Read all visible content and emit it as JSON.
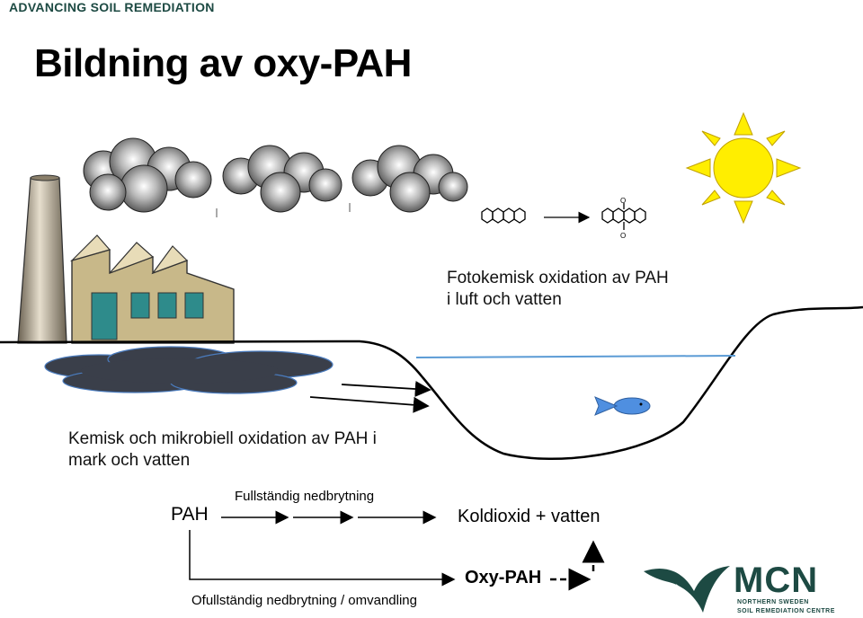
{
  "header": {
    "brand": "ADVANCING SOIL REMEDIATION"
  },
  "title": "Bildning av oxy-PAH",
  "labels": {
    "photochemical": [
      "Fotokemisk oxidation av PAH",
      "i luft och vatten"
    ],
    "chemical": [
      "Kemisk och mikrobiell oxidation av PAH i",
      "mark och vatten"
    ],
    "pah": "PAH",
    "complete": "Fullständig nedbrytning",
    "co2_water": "Koldioxid + vatten",
    "oxy_pah": "Oxy-PAH",
    "incomplete": "Ofullständig nedbrytning / omvandling"
  },
  "logo": {
    "name": "MCN",
    "subtitle_1": "NORTHERN SWEDEN",
    "subtitle_2": "SOIL REMEDIATION CENTRE"
  },
  "colors": {
    "brand_green": "#1d4a43",
    "sun": "#ffee00",
    "water": "#5b9bd5",
    "fish": "#4f8fe0",
    "factory": "#c8b889",
    "window": "#2e8b8b",
    "pollution": "#3a3f4a"
  }
}
